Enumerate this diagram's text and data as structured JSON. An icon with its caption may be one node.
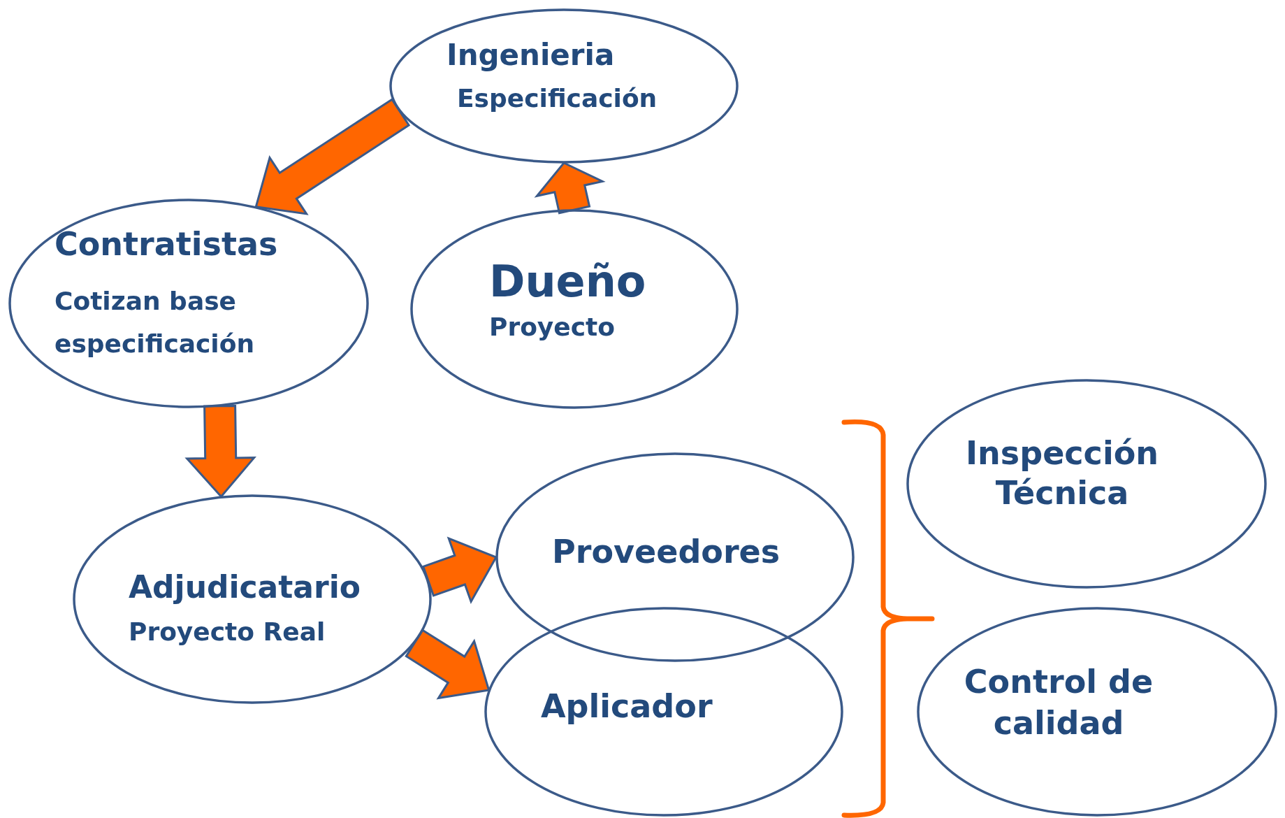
{
  "diagram": {
    "nodes": [
      {
        "text": [
          "Ingenieria",
          "Especificación"
        ]
      },
      {
        "text": [
          "Contratistas",
          "Cotizan base especificación"
        ]
      },
      {
        "text": [
          "Dueño",
          "Proyecto"
        ]
      },
      {
        "text": [
          "Adjudicatario",
          "Proyecto Real"
        ]
      },
      {
        "text": [
          "Proveedores"
        ]
      },
      {
        "text": [
          "Aplicador"
        ]
      },
      {
        "text": [
          "Inspección Técnica"
        ]
      },
      {
        "text": [
          "Control de calidad"
        ]
      }
    ],
    "edges": [
      {
        "from": 2,
        "to": 0,
        "arrow": "to"
      },
      {
        "from": 0,
        "to": 1,
        "arrow": "to"
      },
      {
        "from": 1,
        "to": 3,
        "arrow": "to"
      },
      {
        "from": 3,
        "to": 4,
        "arrow": "to"
      },
      {
        "from": 3,
        "to": 5,
        "arrow": "to"
      }
    ]
  }
}
